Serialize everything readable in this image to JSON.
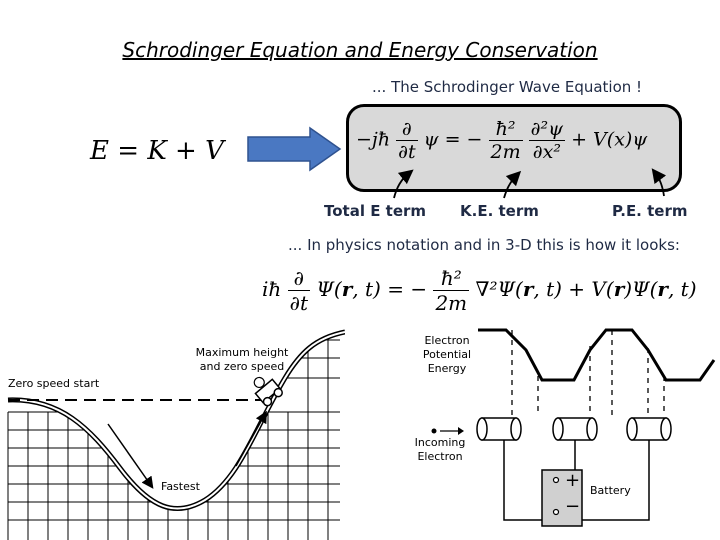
{
  "title": "Schrodinger Equation and Energy Conservation",
  "wave_eq_caption": "... The Schrodinger Wave Equation !",
  "energy_eq": {
    "lhs": "E",
    "eq": "=",
    "k": "K",
    "plus": "+",
    "v": "V"
  },
  "terms": {
    "total": "Total E term",
    "ke": "K.E. term",
    "pe": "P.E. term"
  },
  "physics_caption": "... In physics notation and in 3-D this is how it looks:",
  "roller": {
    "max_height": "Maximum height and zero speed",
    "zero_start": "Zero speed start",
    "fastest": "Fastest"
  },
  "electron": {
    "potential": "Electron Potential Energy",
    "incoming": "Incoming Electron",
    "battery": "Battery",
    "plus": "+",
    "minus": "−"
  },
  "colors": {
    "arrow": "#4a78c2",
    "arrow_stroke": "#2f528f",
    "box": "#d9d9d9",
    "caption": "#1f2a44"
  }
}
